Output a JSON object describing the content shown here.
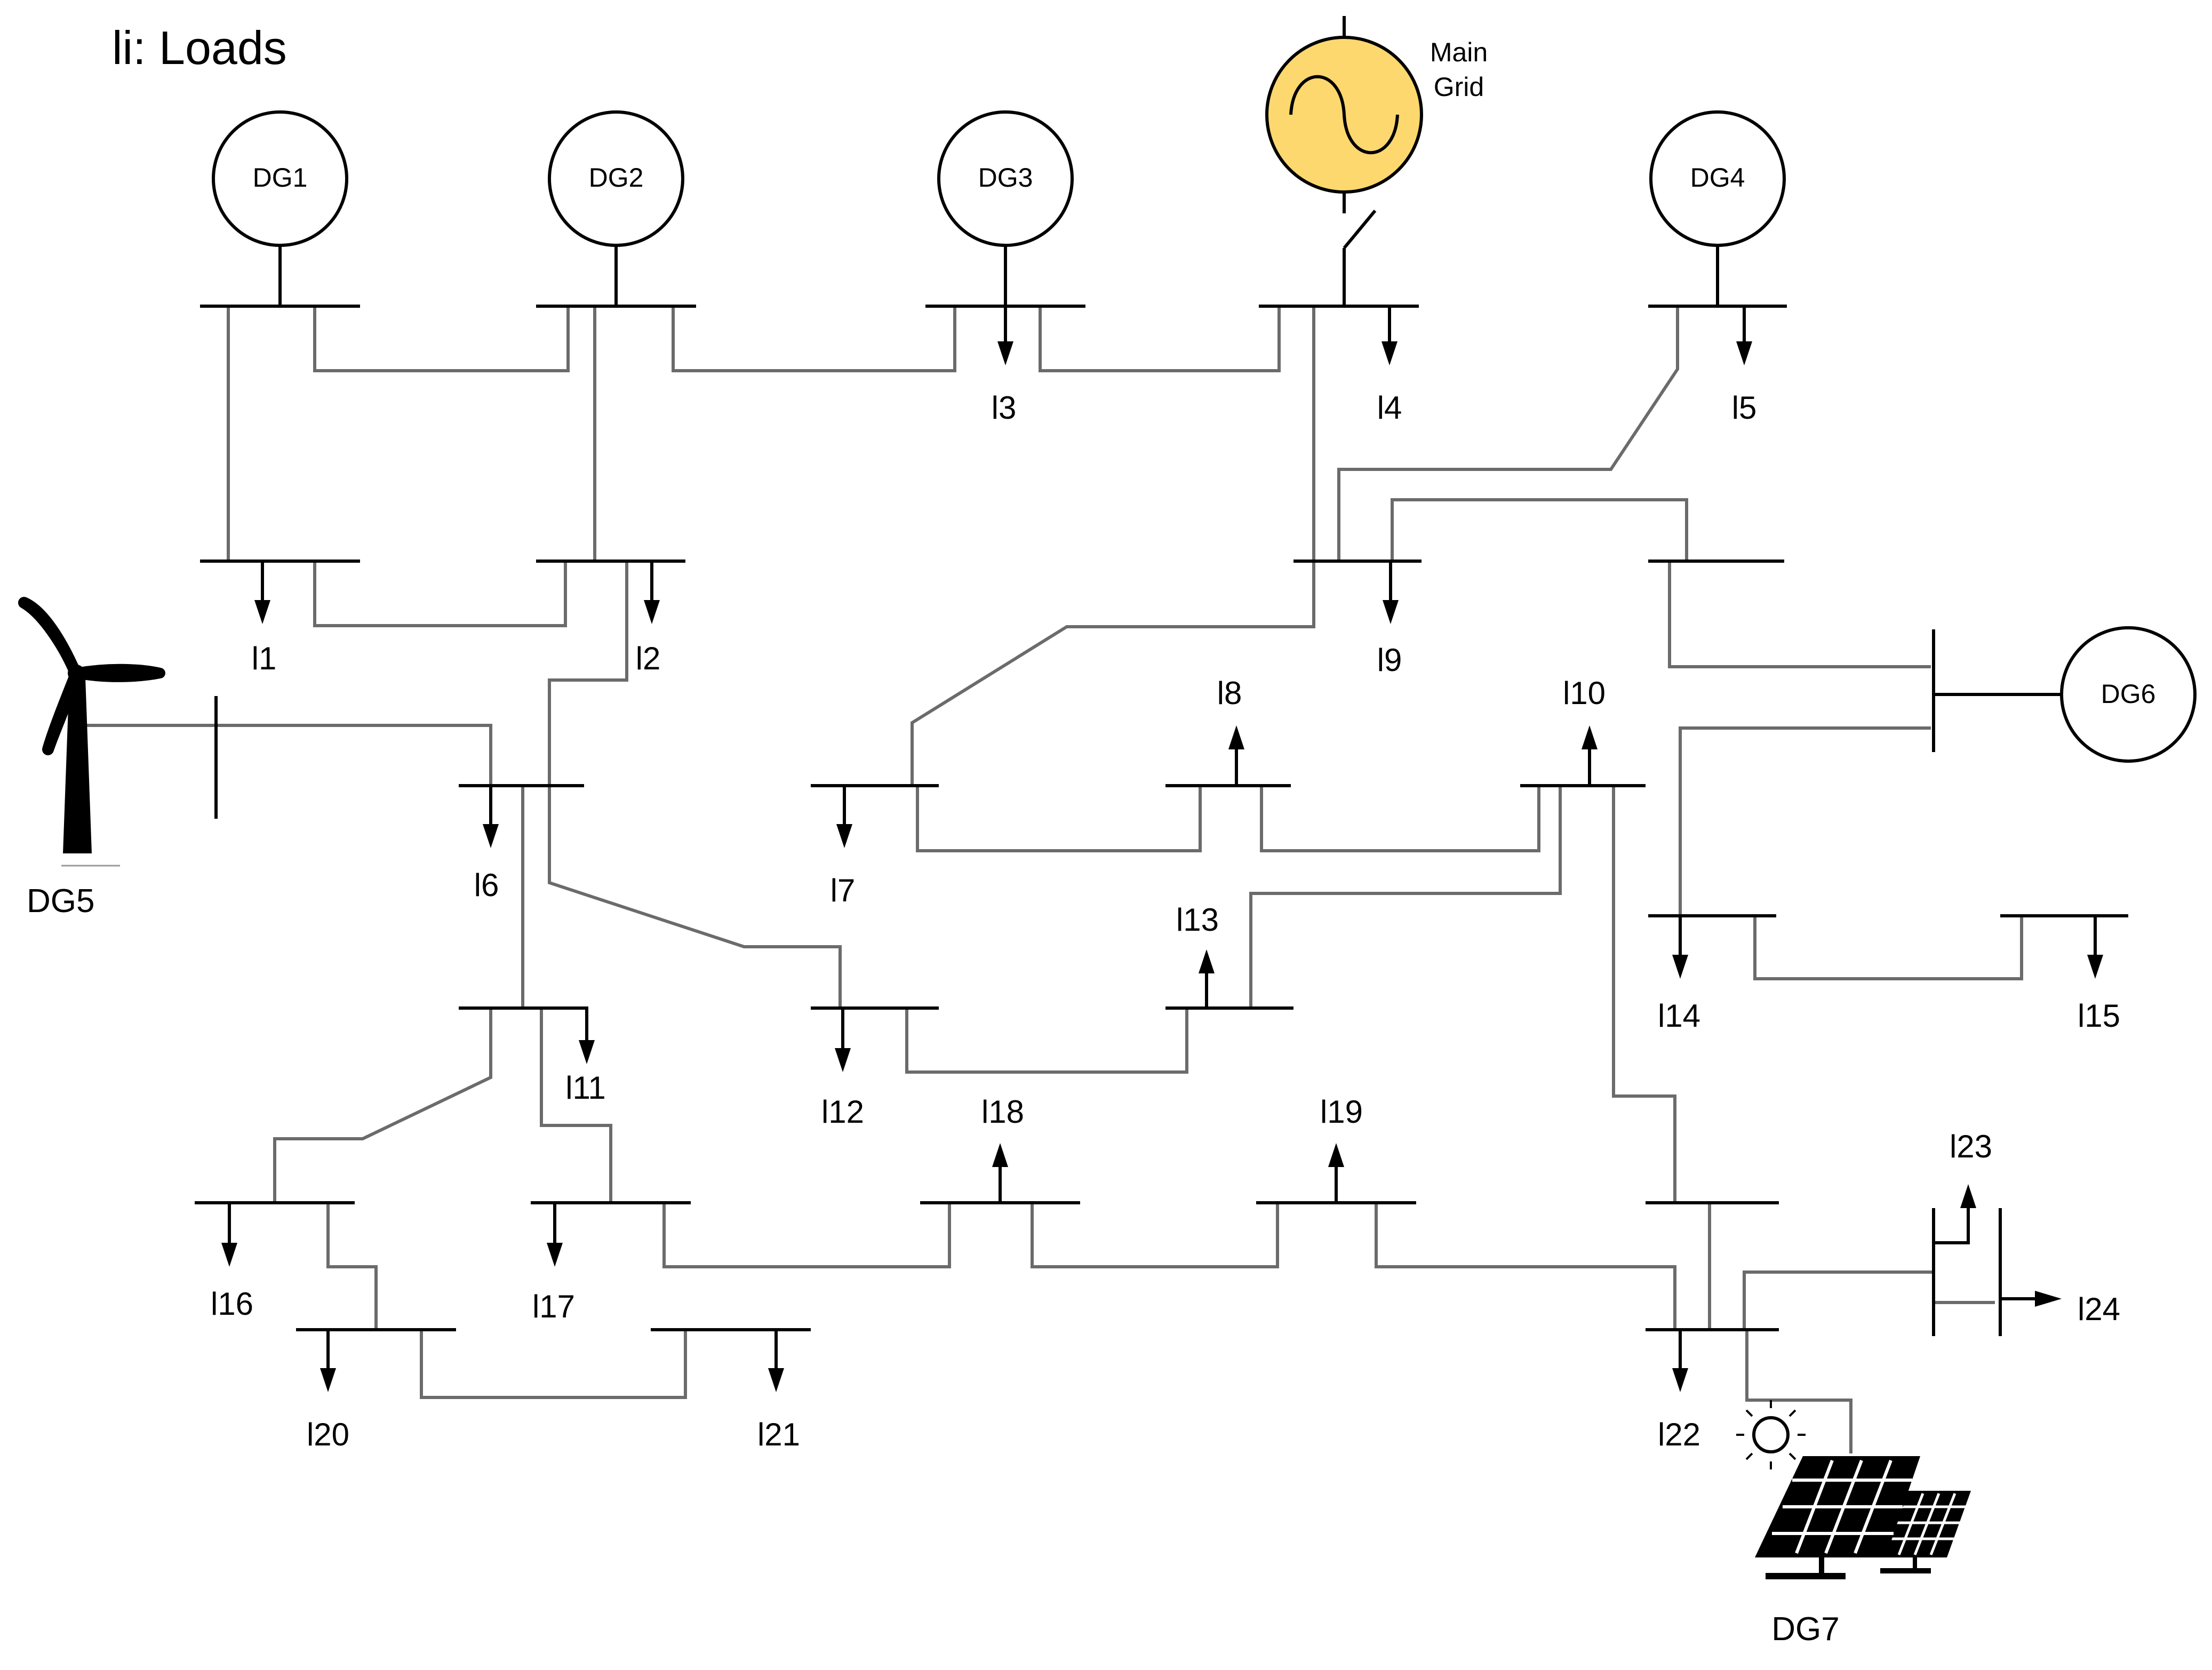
{
  "legend": {
    "text": "li: Loads"
  },
  "generators": {
    "dg1": "DG1",
    "dg2": "DG2",
    "dg3": "DG3",
    "dg4": "DG4",
    "dg5": "DG5",
    "dg6": "DG6",
    "dg7": "DG7",
    "main_grid_line1": "Main",
    "main_grid_line2": "Grid",
    "main_grid_color": "#FDD86E"
  },
  "loads": {
    "l1": "l1",
    "l2": "l2",
    "l3": "l3",
    "l4": "l4",
    "l5": "l5",
    "l6": "l6",
    "l7": "l7",
    "l8": "l8",
    "l9": "l9",
    "l10": "l10",
    "l11": "l11",
    "l12": "l12",
    "l13": "l13",
    "l14": "l14",
    "l15": "l15",
    "l16": "l16",
    "l17": "l17",
    "l18": "l18",
    "l19": "l19",
    "l20": "l20",
    "l21": "l21",
    "l22": "l22",
    "l23": "l23",
    "l24": "l24"
  },
  "colors": {
    "bus": "#000000",
    "line": "#6b6b6b"
  }
}
